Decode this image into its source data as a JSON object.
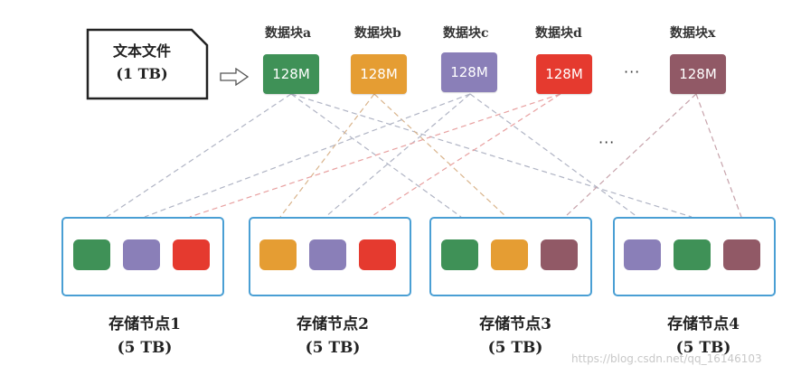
{
  "file": {
    "title": "文本文件",
    "size": "(1 TB)"
  },
  "blocks": [
    {
      "label": "数据块a",
      "size": "128M",
      "color": "#3f9157"
    },
    {
      "label": "数据块b",
      "size": "128M",
      "color": "#e59d33"
    },
    {
      "label": "数据块c",
      "size": "128M",
      "color": "#8a7fb8"
    },
    {
      "label": "数据块d",
      "size": "128M",
      "color": "#e53a2f"
    },
    {
      "label": "数据块x",
      "size": "128M",
      "color": "#915966"
    }
  ],
  "ellipsis": "···",
  "nodes": [
    {
      "label": "存储节点1",
      "size": "(5 TB)",
      "chips": [
        "#3f9157",
        "#8a7fb8",
        "#e53a2f"
      ]
    },
    {
      "label": "存储节点2",
      "size": "(5 TB)",
      "chips": [
        "#e59d33",
        "#8a7fb8",
        "#e53a2f"
      ]
    },
    {
      "label": "存储节点3",
      "size": "(5 TB)",
      "chips": [
        "#3f9157",
        "#e59d33",
        "#915966"
      ]
    },
    {
      "label": "存储节点4",
      "size": "(5 TB)",
      "chips": [
        "#8a7fb8",
        "#3f9157",
        "#915966"
      ]
    }
  ],
  "watermark": "https://blog.csdn.net/qq_16146103"
}
